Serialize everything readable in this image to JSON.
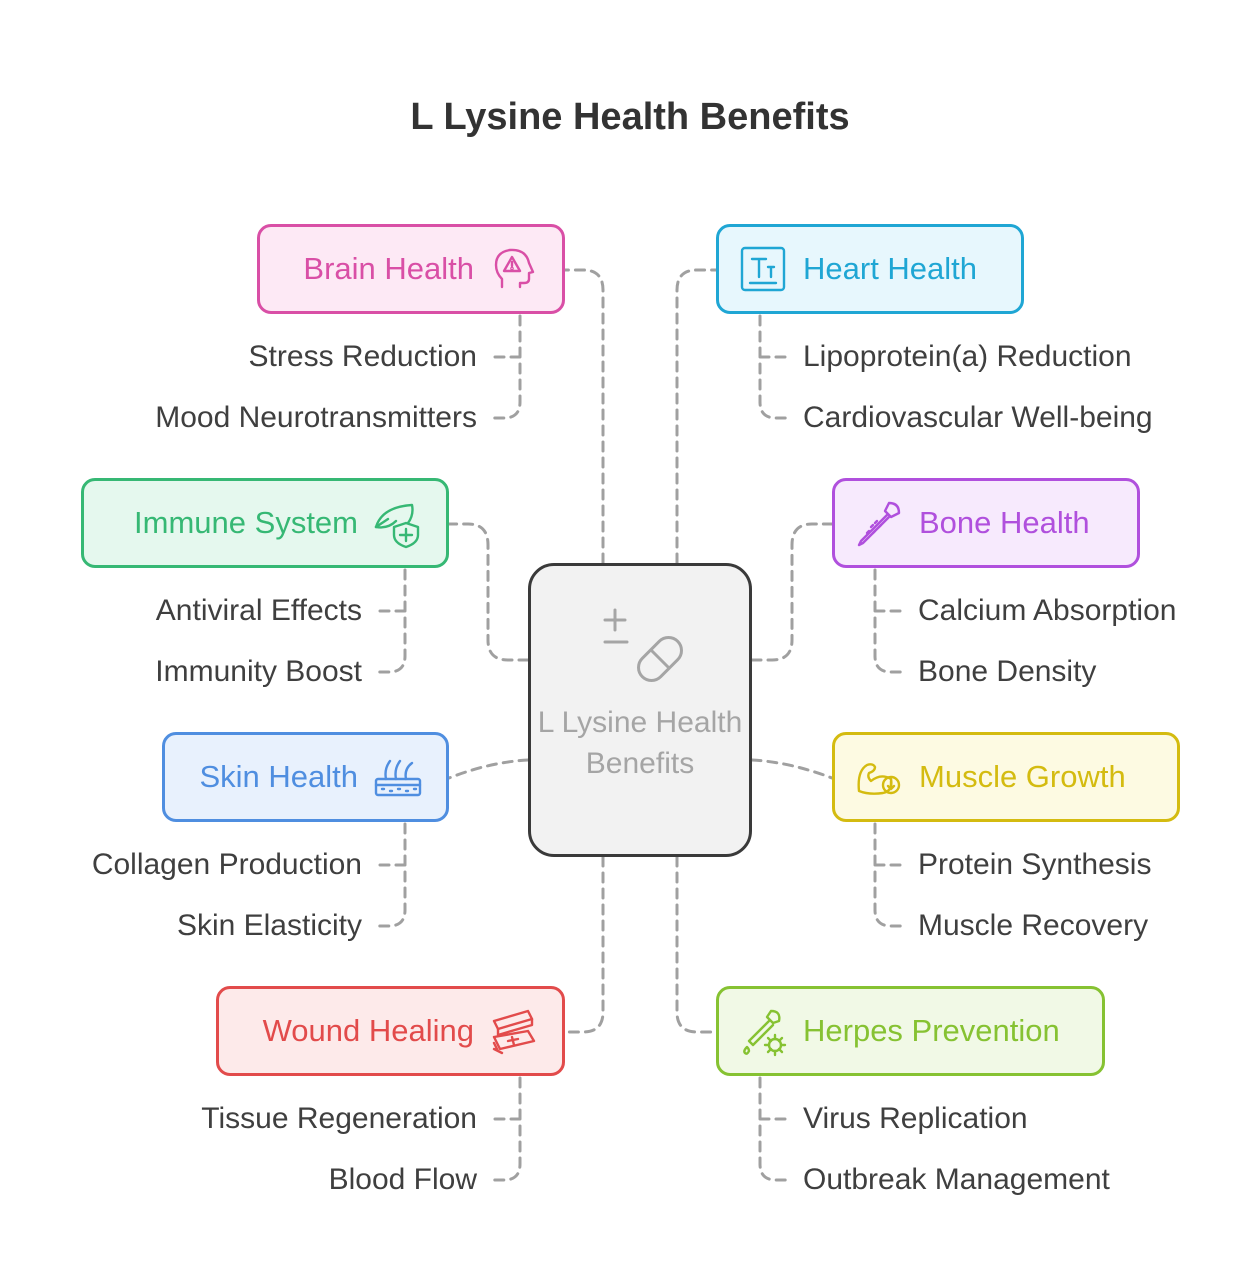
{
  "title": "L Lysine Health Benefits",
  "center": {
    "label": "L Lysine Health Benefits",
    "icon": "pill-plus-minus-icon"
  },
  "benefits": [
    {
      "key": "brain",
      "label": "Brain Health",
      "icon": "head-alert-icon",
      "color": "#d94fa6",
      "bg": "#fde9f5",
      "items": [
        "Stress Reduction",
        "Mood Neurotransmitters"
      ]
    },
    {
      "key": "heart",
      "label": "Heart Health",
      "icon": "text-size-icon",
      "color": "#1fa6d4",
      "bg": "#e7f7fd",
      "items": [
        "Lipoprotein(a) Reduction",
        "Cardiovascular Well-being"
      ]
    },
    {
      "key": "immune",
      "label": "Immune System",
      "icon": "leaf-shield-icon",
      "color": "#36b874",
      "bg": "#e5f8ee",
      "items": [
        "Antiviral Effects",
        "Immunity Boost"
      ]
    },
    {
      "key": "bone",
      "label": "Bone Health",
      "icon": "dropper-icon",
      "color": "#b050dd",
      "bg": "#f7eafd",
      "items": [
        "Calcium Absorption",
        "Bone Density"
      ]
    },
    {
      "key": "skin",
      "label": "Skin Health",
      "icon": "skin-layers-icon",
      "color": "#4f8ee0",
      "bg": "#e8f1fd",
      "items": [
        "Collagen Production",
        "Skin Elasticity"
      ]
    },
    {
      "key": "muscle",
      "label": "Muscle Growth",
      "icon": "flexed-arm-icon",
      "color": "#d4bb10",
      "bg": "#fdfae2",
      "items": [
        "Protein Synthesis",
        "Muscle Recovery"
      ]
    },
    {
      "key": "wound",
      "label": "Wound Healing",
      "icon": "bandage-icon",
      "color": "#e24b4b",
      "bg": "#fdeaea",
      "items": [
        "Tissue Regeneration",
        "Blood Flow"
      ]
    },
    {
      "key": "herpes",
      "label": "Herpes Prevention",
      "icon": "dropper-virus-icon",
      "color": "#86c232",
      "bg": "#f1f9e6",
      "items": [
        "Virus Replication",
        "Outbreak Management"
      ]
    }
  ]
}
